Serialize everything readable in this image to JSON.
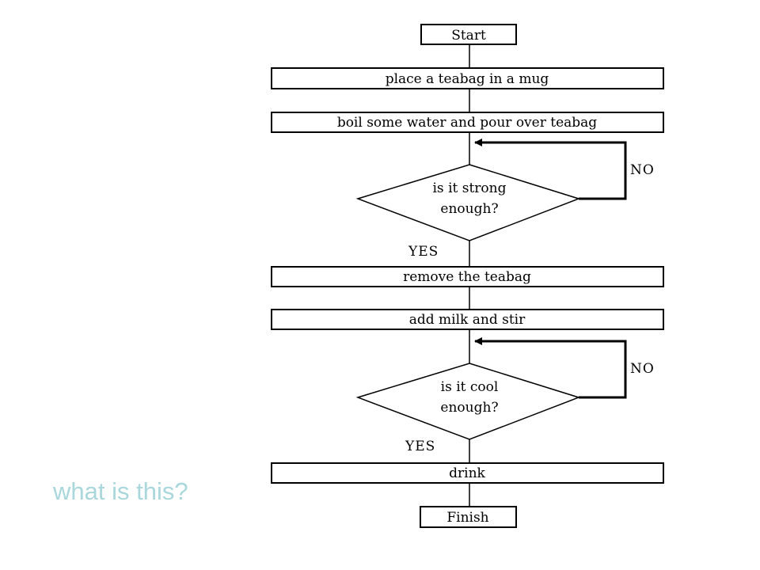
{
  "flowchart": {
    "start": "Start",
    "step1": "place a teabag in a mug",
    "step2": "boil some water and pour over teabag",
    "decision1": {
      "line1": "is it strong",
      "line2": "enough?"
    },
    "step3": "remove the teabag",
    "step4": "add milk and stir",
    "decision2": {
      "line1": "is it cool",
      "line2": "enough?"
    },
    "step5": "drink",
    "finish": "Finish",
    "no_label": "NO",
    "yes_label": "YES"
  },
  "caption": "what is this?",
  "colors": {
    "caption": "#a9d7dc",
    "lines": "#000000"
  }
}
